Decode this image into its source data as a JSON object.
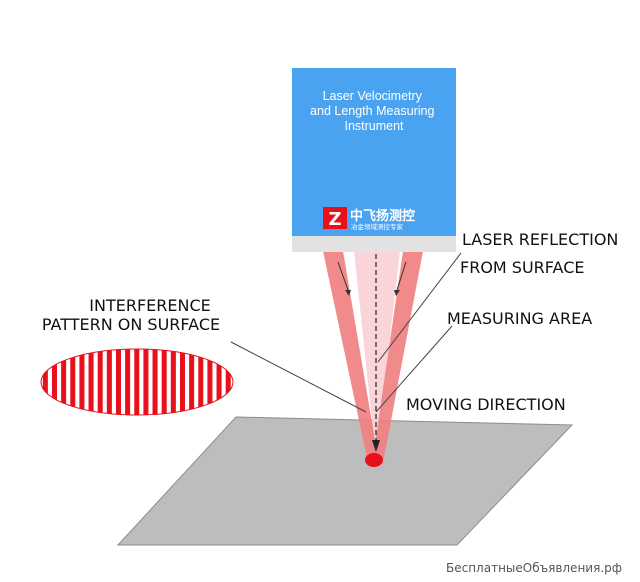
{
  "instrument": {
    "title_lines": [
      "Laser Velocimetry",
      "and Length Measuring",
      "Instrument"
    ],
    "brand_name": "中飞扬测控",
    "brand_tagline": "冶金领域测控专家",
    "body_color": "#4aa3f0",
    "base_color": "#e2e2e2"
  },
  "labels": {
    "laser_reflection_line1": "LASER REFLECTION",
    "laser_reflection_line2": "FROM SURFACE",
    "measuring_area": "MEASURING AREA",
    "moving_direction": "MOVING DIRECTION",
    "interference_line1": "INTERFERENCE",
    "interference_line2": "PATTERN ON SURFACE"
  },
  "colors": {
    "beam_red": "#f08080",
    "beam_pink": "#fad2d6",
    "spot_red": "#e8101a",
    "surface_gray": "#bdbdbd",
    "stripe_red": "#e8101a"
  },
  "interference_stripe_count": 21,
  "watermark": "БесплатныеОбъявления.рф"
}
